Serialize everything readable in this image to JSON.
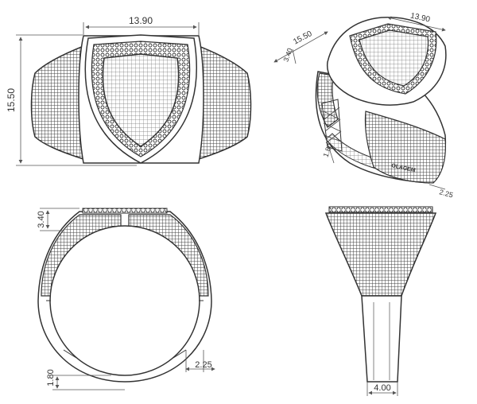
{
  "diagram": {
    "dimensions": {
      "top_width": "13.90",
      "top_height": "15.50",
      "iso_a": "15.50",
      "iso_b": "13.90",
      "iso_c": "3.40",
      "iso_d": "1.80",
      "iso_e": "2.25",
      "front_top": "3.40",
      "front_bottom_thickness": "1.80",
      "front_side": "2.25",
      "side_width": "4.00"
    },
    "engraving_text": "OLAGEM",
    "colors": {
      "line": "#333333",
      "dim_line": "#555555",
      "background": "#ffffff"
    }
  }
}
